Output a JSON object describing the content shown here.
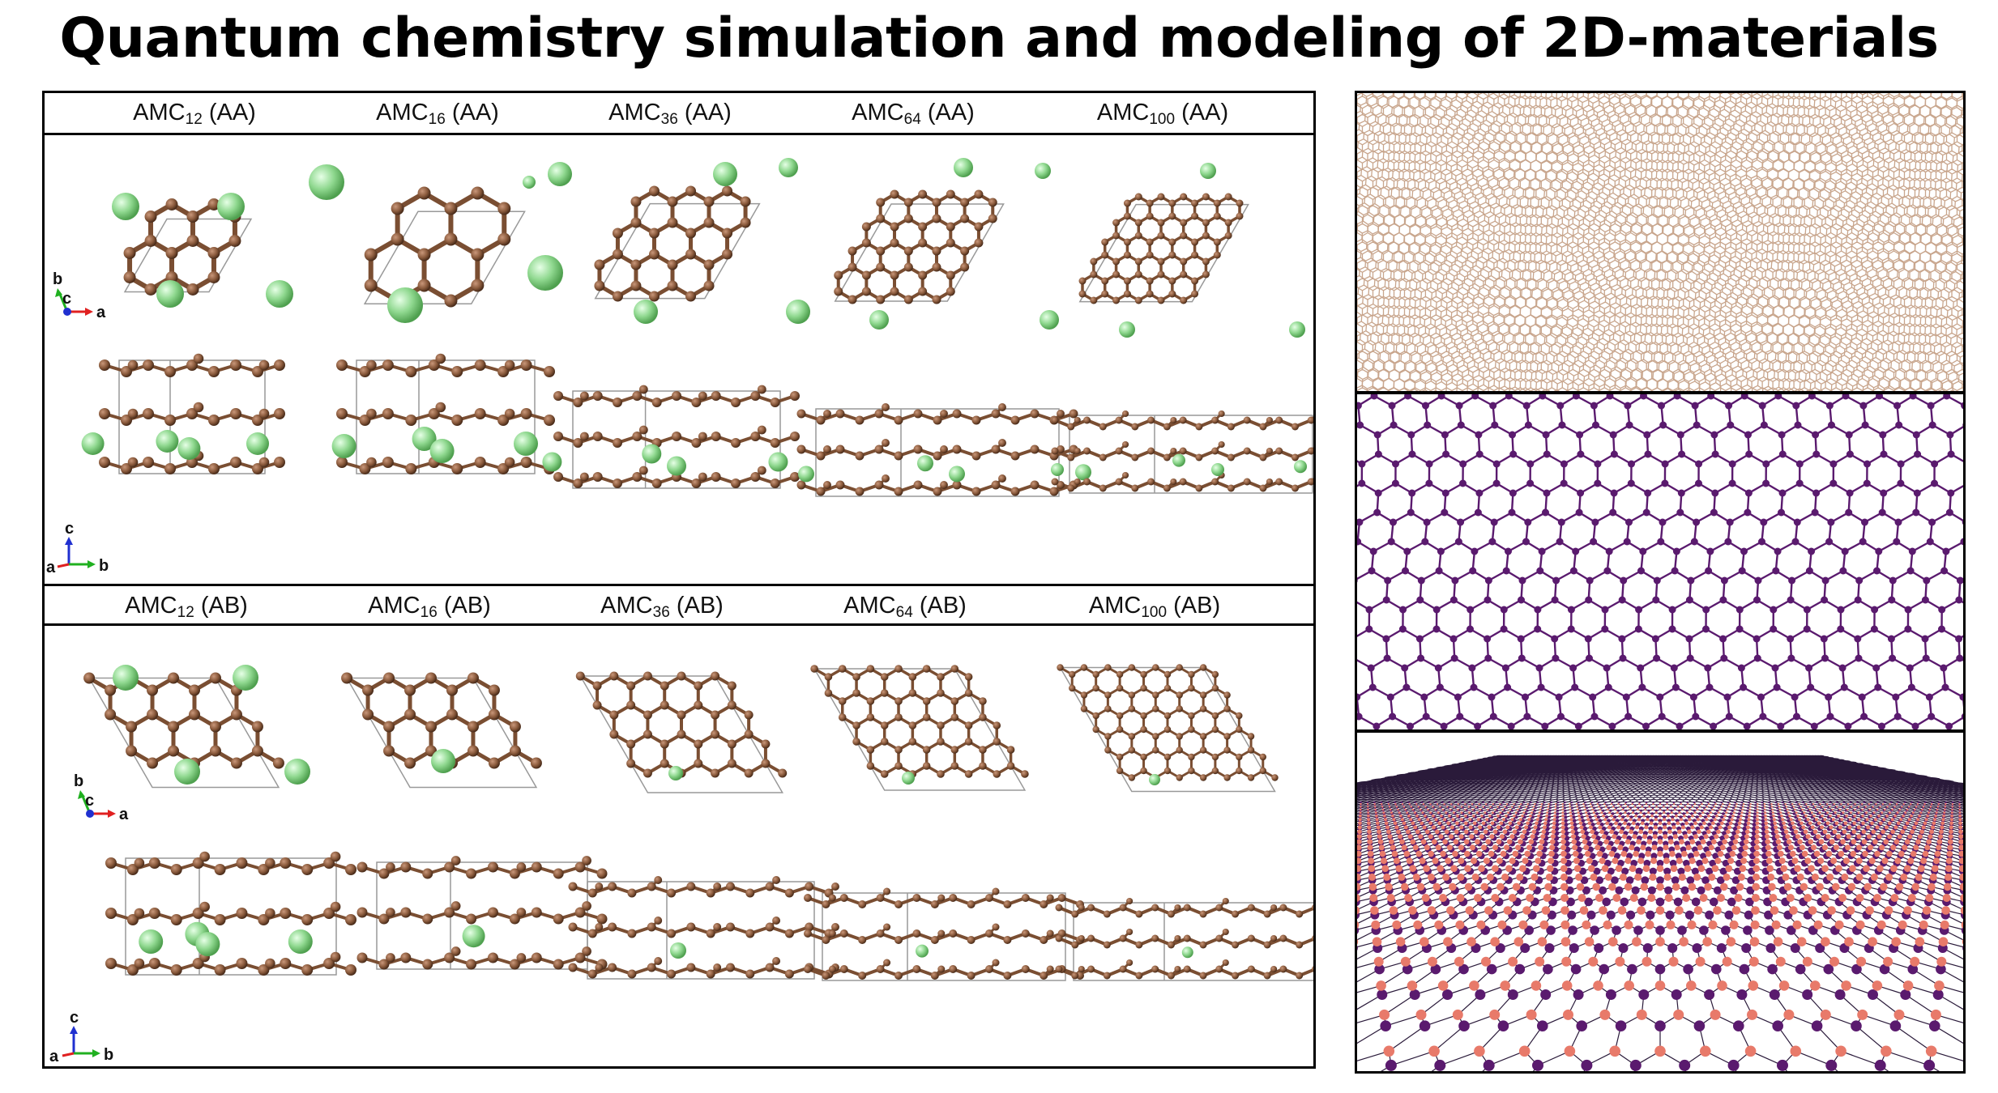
{
  "title": "Quantum chemistry simulation and modeling of 2D-materials",
  "colors": {
    "carbon": "#8a5a3c",
    "carbon_highlight": "#c9977a",
    "metal_ion": "#7fcf7f",
    "cell_line": "#888888",
    "graphene_panel": "#c8a58c",
    "purple_lattice": "#5a1a6e",
    "salmon_atom": "#e87a6a",
    "axis_a": "#e02020",
    "axis_b": "#20b020",
    "axis_c": "#2030d0"
  },
  "aa_row": {
    "labels": [
      {
        "base": "AMC",
        "sub": "12",
        "suffix": " (AA)"
      },
      {
        "base": "AMC",
        "sub": "16",
        "suffix": " (AA)"
      },
      {
        "base": "AMC",
        "sub": "36",
        "suffix": " (AA)"
      },
      {
        "base": "AMC",
        "sub": "64",
        "suffix": " (AA)"
      },
      {
        "base": "AMC",
        "sub": "100",
        "suffix": " (AA)"
      }
    ],
    "top_axes": {
      "a": "a",
      "b": "b",
      "c": "c"
    },
    "side_axes": {
      "a": "a",
      "b": "b",
      "c": "c"
    }
  },
  "ab_row": {
    "labels": [
      {
        "base": "AMC",
        "sub": "12",
        "suffix": " (AB)"
      },
      {
        "base": "AMC",
        "sub": "16",
        "suffix": " (AB)"
      },
      {
        "base": "AMC",
        "sub": "36",
        "suffix": " (AB)"
      },
      {
        "base": "AMC",
        "sub": "64",
        "suffix": " (AB)"
      },
      {
        "base": "AMC",
        "sub": "100",
        "suffix": " (AB)"
      }
    ],
    "top_axes": {
      "a": "a",
      "b": "b",
      "c": "c"
    },
    "side_axes": {
      "a": "a",
      "b": "b",
      "c": "c"
    }
  },
  "panels": {
    "graphene_label": "",
    "purple_label": "",
    "perspective_label": ""
  }
}
